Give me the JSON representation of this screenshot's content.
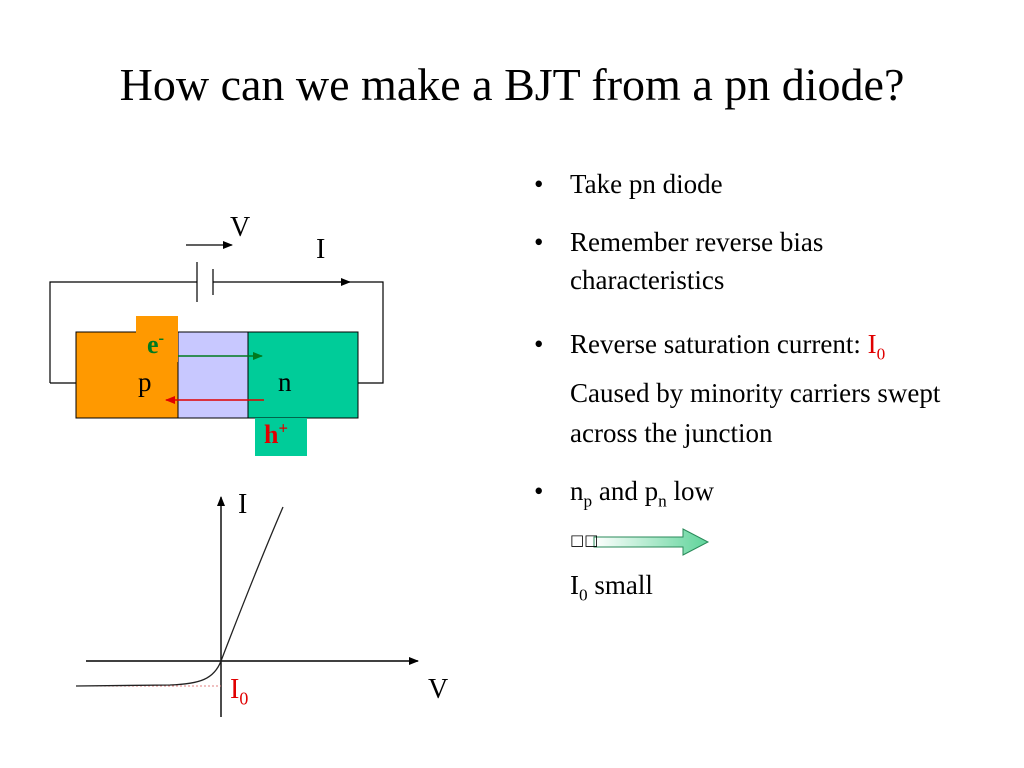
{
  "slide": {
    "title": "How can we make a BJT from a pn diode?"
  },
  "circuit": {
    "voltage_label": "V",
    "current_label": "I",
    "p_label": "p",
    "n_label": "n",
    "electron_symbol": "e",
    "electron_sup": "-",
    "hole_symbol": "h",
    "hole_sup": "+",
    "colors": {
      "p_region": "#ff9900",
      "depletion": "#c8c8ff",
      "n_region": "#00cc99",
      "electron_arrow": "#007a1f",
      "hole_arrow": "#e00000"
    }
  },
  "graph": {
    "y_label": "I",
    "x_label": "V",
    "i0_label": "I",
    "i0_sub": "0"
  },
  "bullets": [
    {
      "text": "Take pn diode"
    },
    {
      "text": "Remember reverse bias characteristics"
    },
    {
      "text": "Reverse saturation current: ",
      "symbol": "I",
      "symbol_sub": "0"
    },
    {
      "n_main": "n",
      "n_sub": "p",
      "and_text": " and ",
      "p_main": "p",
      "p_sub": "n",
      "tail": " low"
    }
  ],
  "continuation": {
    "caused_by": "Caused by minority carriers swept across the junction",
    "arrow_glyphs": "□□",
    "result_main": "I",
    "result_sub": "0",
    "result_tail": " small"
  }
}
